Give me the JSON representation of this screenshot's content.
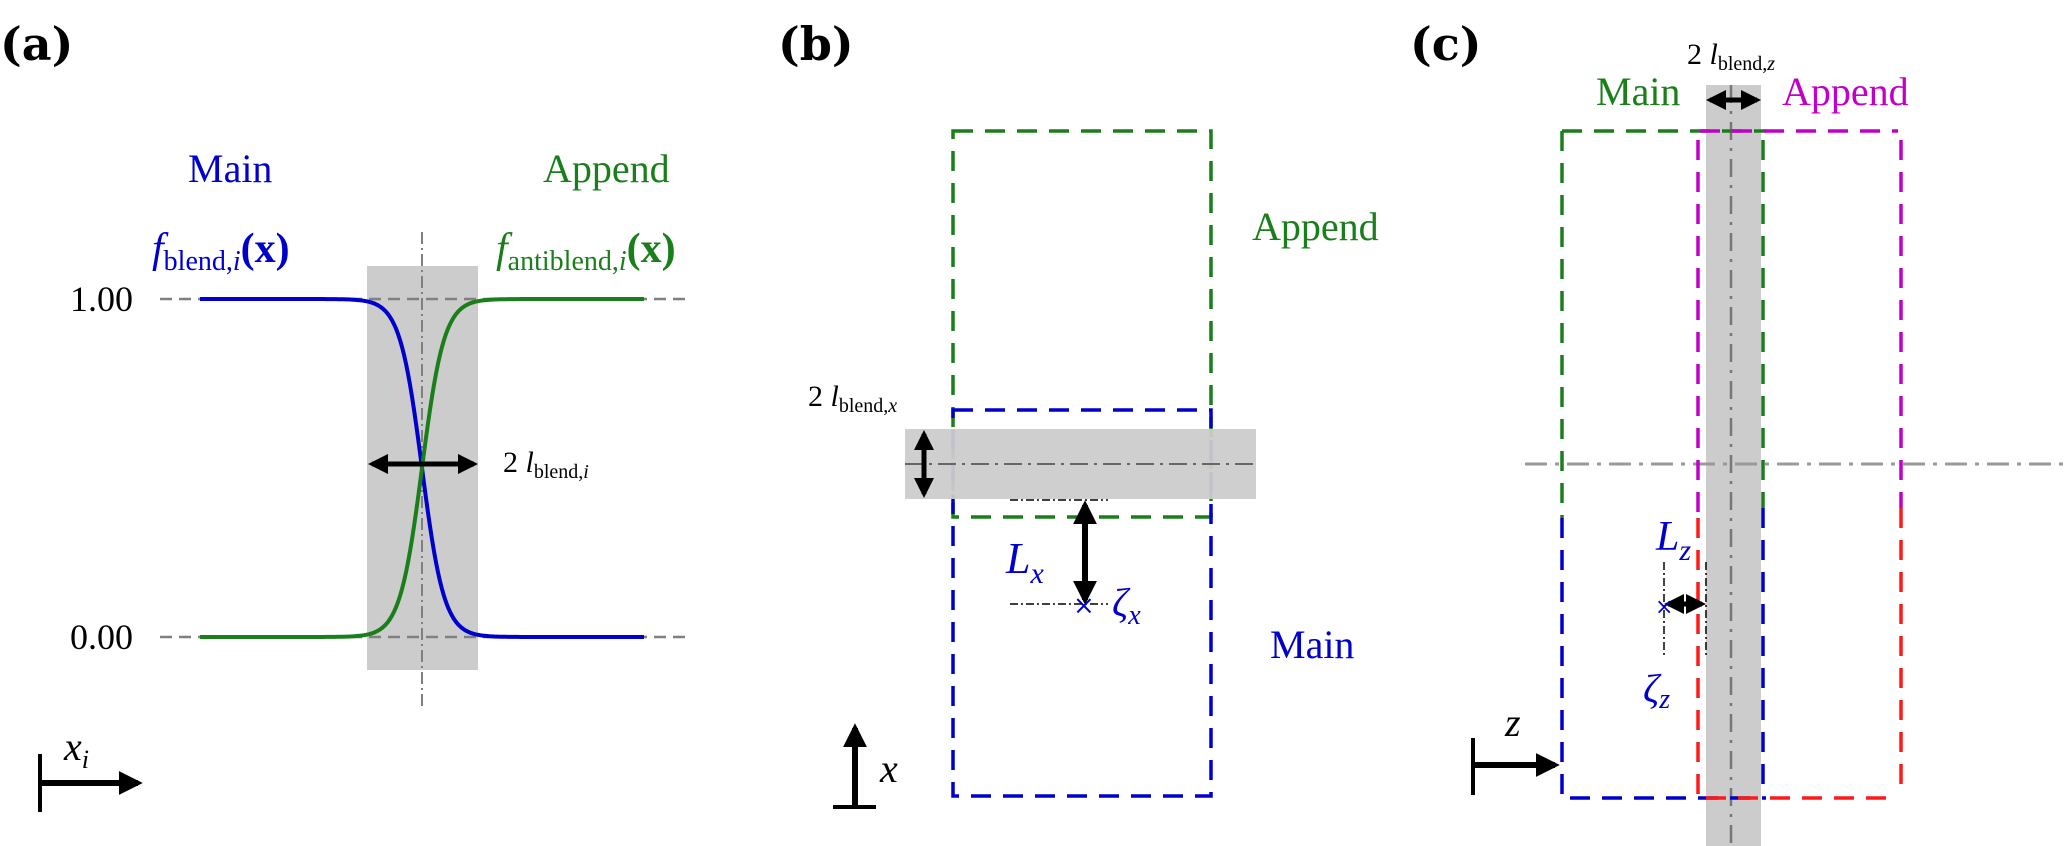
{
  "colors": {
    "main": "#0000cc",
    "append": "#1a7f1a",
    "append_c": "#ff1a1a",
    "append_c_top": "#c000c8",
    "blend_zone": "#cccccc",
    "guide": "#808080",
    "arrow": "#000000"
  },
  "panels": {
    "a": {
      "label": "(a)",
      "main_label": "Main",
      "append_label": "Append",
      "f_blend": {
        "base": "f",
        "sub": "blend,",
        "sub_i": "i",
        "arg": "(x)"
      },
      "f_antiblend": {
        "base": "f",
        "sub": "antiblend,",
        "sub_i": "i",
        "arg": "(x)"
      },
      "ytick_top": "1.00",
      "ytick_bottom": "0.00",
      "blend_width_label": {
        "prefix": "2 ",
        "var": "l",
        "sub": "blend,",
        "sub_i": "i"
      },
      "axis_label": {
        "var": "x",
        "sub": "i"
      }
    },
    "b": {
      "label": "(b)",
      "append_label": "Append",
      "main_label": "Main",
      "blend_width_label": {
        "prefix": "2 ",
        "var": "l",
        "sub": "blend,",
        "sub_i": "x"
      },
      "distance_label": {
        "var": "L",
        "sub": "x"
      },
      "point_label": {
        "var": "ζ",
        "sub": "x"
      },
      "axis_label": {
        "var": "x"
      }
    },
    "c": {
      "label": "(c)",
      "main_label": "Main",
      "append_label": "Append",
      "blend_width_label": {
        "prefix": "2 ",
        "var": "l",
        "sub": "blend,",
        "sub_i": "z"
      },
      "distance_label": {
        "var": "L",
        "sub": "z"
      },
      "point_label": {
        "var": "ζ",
        "sub": "z"
      },
      "axis_label": {
        "var": "z"
      }
    }
  }
}
